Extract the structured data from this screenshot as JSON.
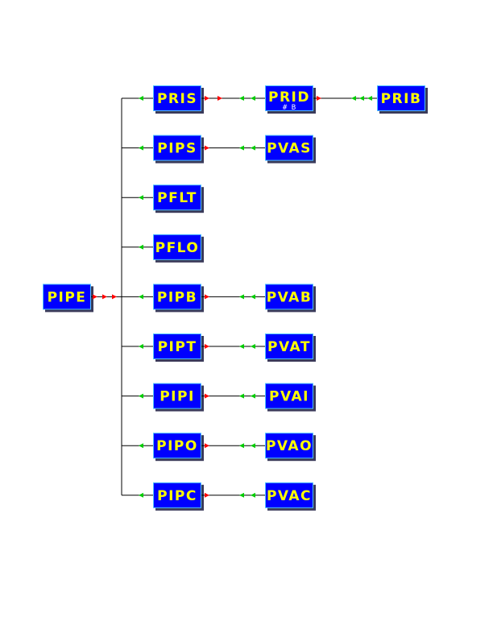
{
  "colors": {
    "node_fill": "#0000ff",
    "label": "#ffff00",
    "outgoing_arrow": "#ff0000",
    "incoming_arrow": "#00cc00",
    "line": "#000000"
  },
  "root": {
    "label": "PIPE"
  },
  "rows": [
    {
      "label": "PRIS",
      "children": [
        {
          "label": "PRID",
          "sublabel": "#  B",
          "children": [
            {
              "label": "PRIB"
            }
          ]
        }
      ]
    },
    {
      "label": "PIPS",
      "children": [
        {
          "label": "PVAS"
        }
      ]
    },
    {
      "label": "PFLT",
      "children": []
    },
    {
      "label": "PFLO",
      "children": []
    },
    {
      "label": "PIPB",
      "children": [
        {
          "label": "PVAB"
        }
      ]
    },
    {
      "label": "PIPT",
      "children": [
        {
          "label": "PVAT"
        }
      ]
    },
    {
      "label": "PIPI",
      "children": [
        {
          "label": "PVAI"
        }
      ]
    },
    {
      "label": "PIPO",
      "children": [
        {
          "label": "PVAO"
        }
      ]
    },
    {
      "label": "PIPC",
      "children": [
        {
          "label": "PVAC"
        }
      ]
    }
  ]
}
